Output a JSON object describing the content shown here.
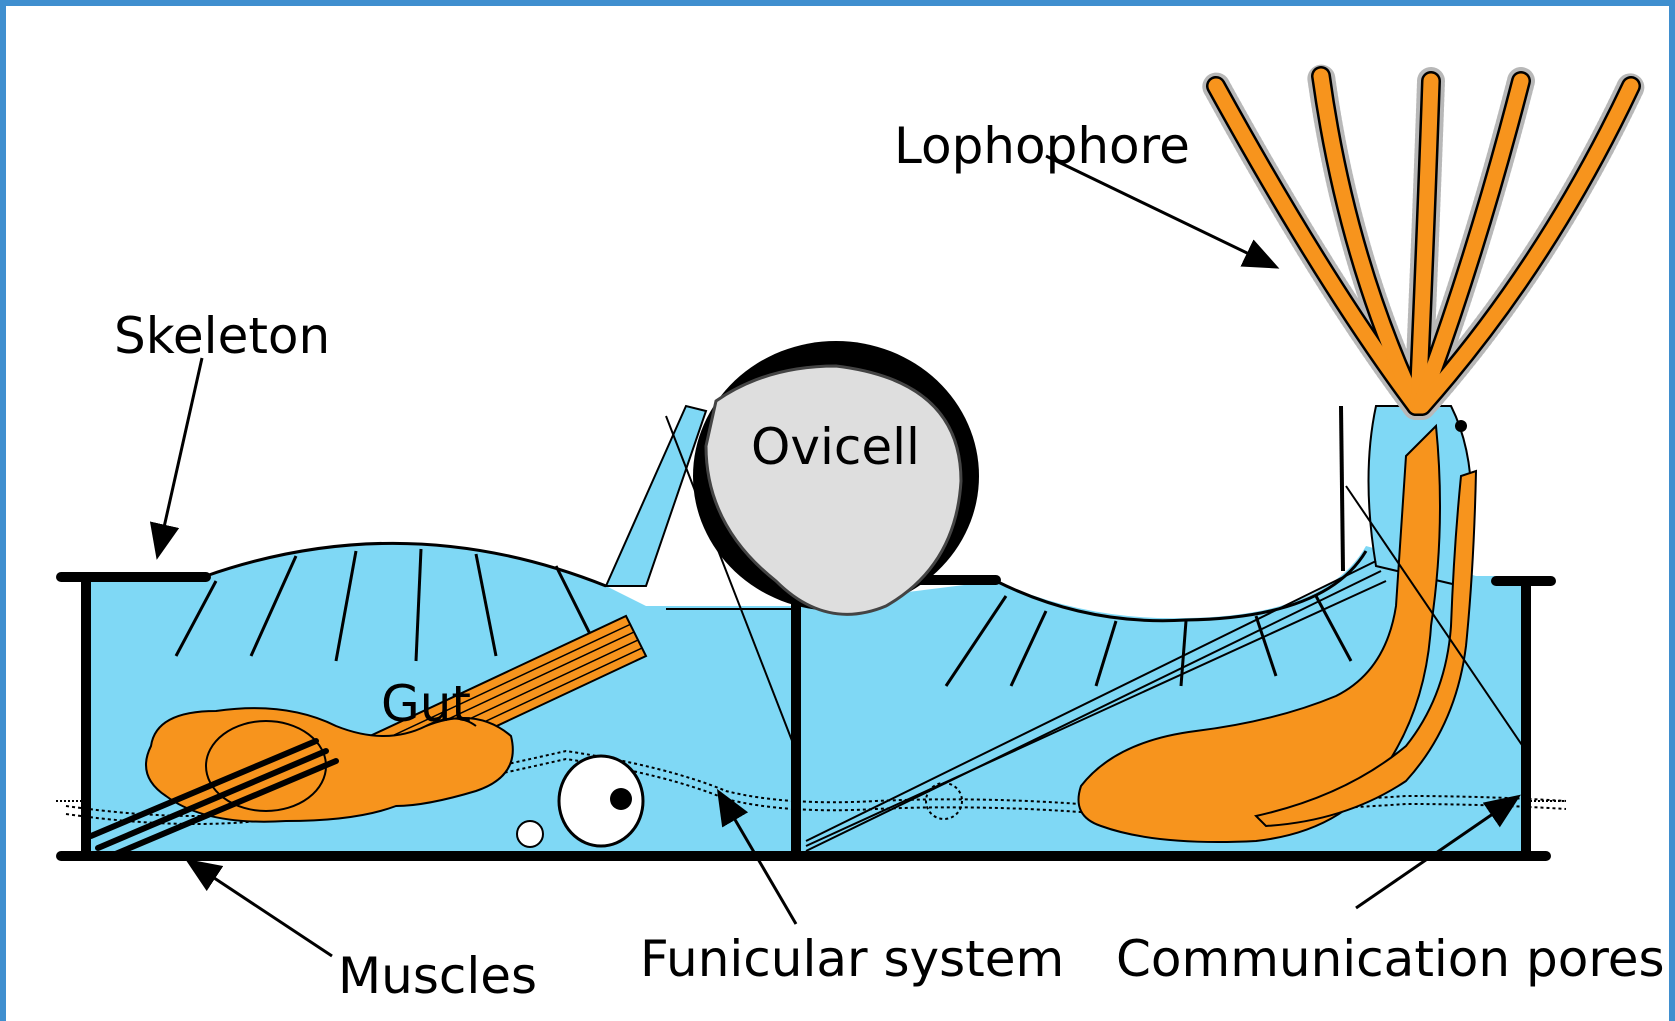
{
  "labels": {
    "lophophore": "Lophophore",
    "skeleton": "Skeleton",
    "ovicell": "Ovicell",
    "gut": "Gut",
    "muscles": "Muscles",
    "funicular": "Funicular system",
    "pores": "Communication pores"
  },
  "colors": {
    "background_frame": "#3f8fcf",
    "fluid": "#7fd8f5",
    "organ": "#f7941d",
    "outline": "#000000",
    "ovicell_fill": "#dedede",
    "cilia": "#b8b8b8"
  }
}
